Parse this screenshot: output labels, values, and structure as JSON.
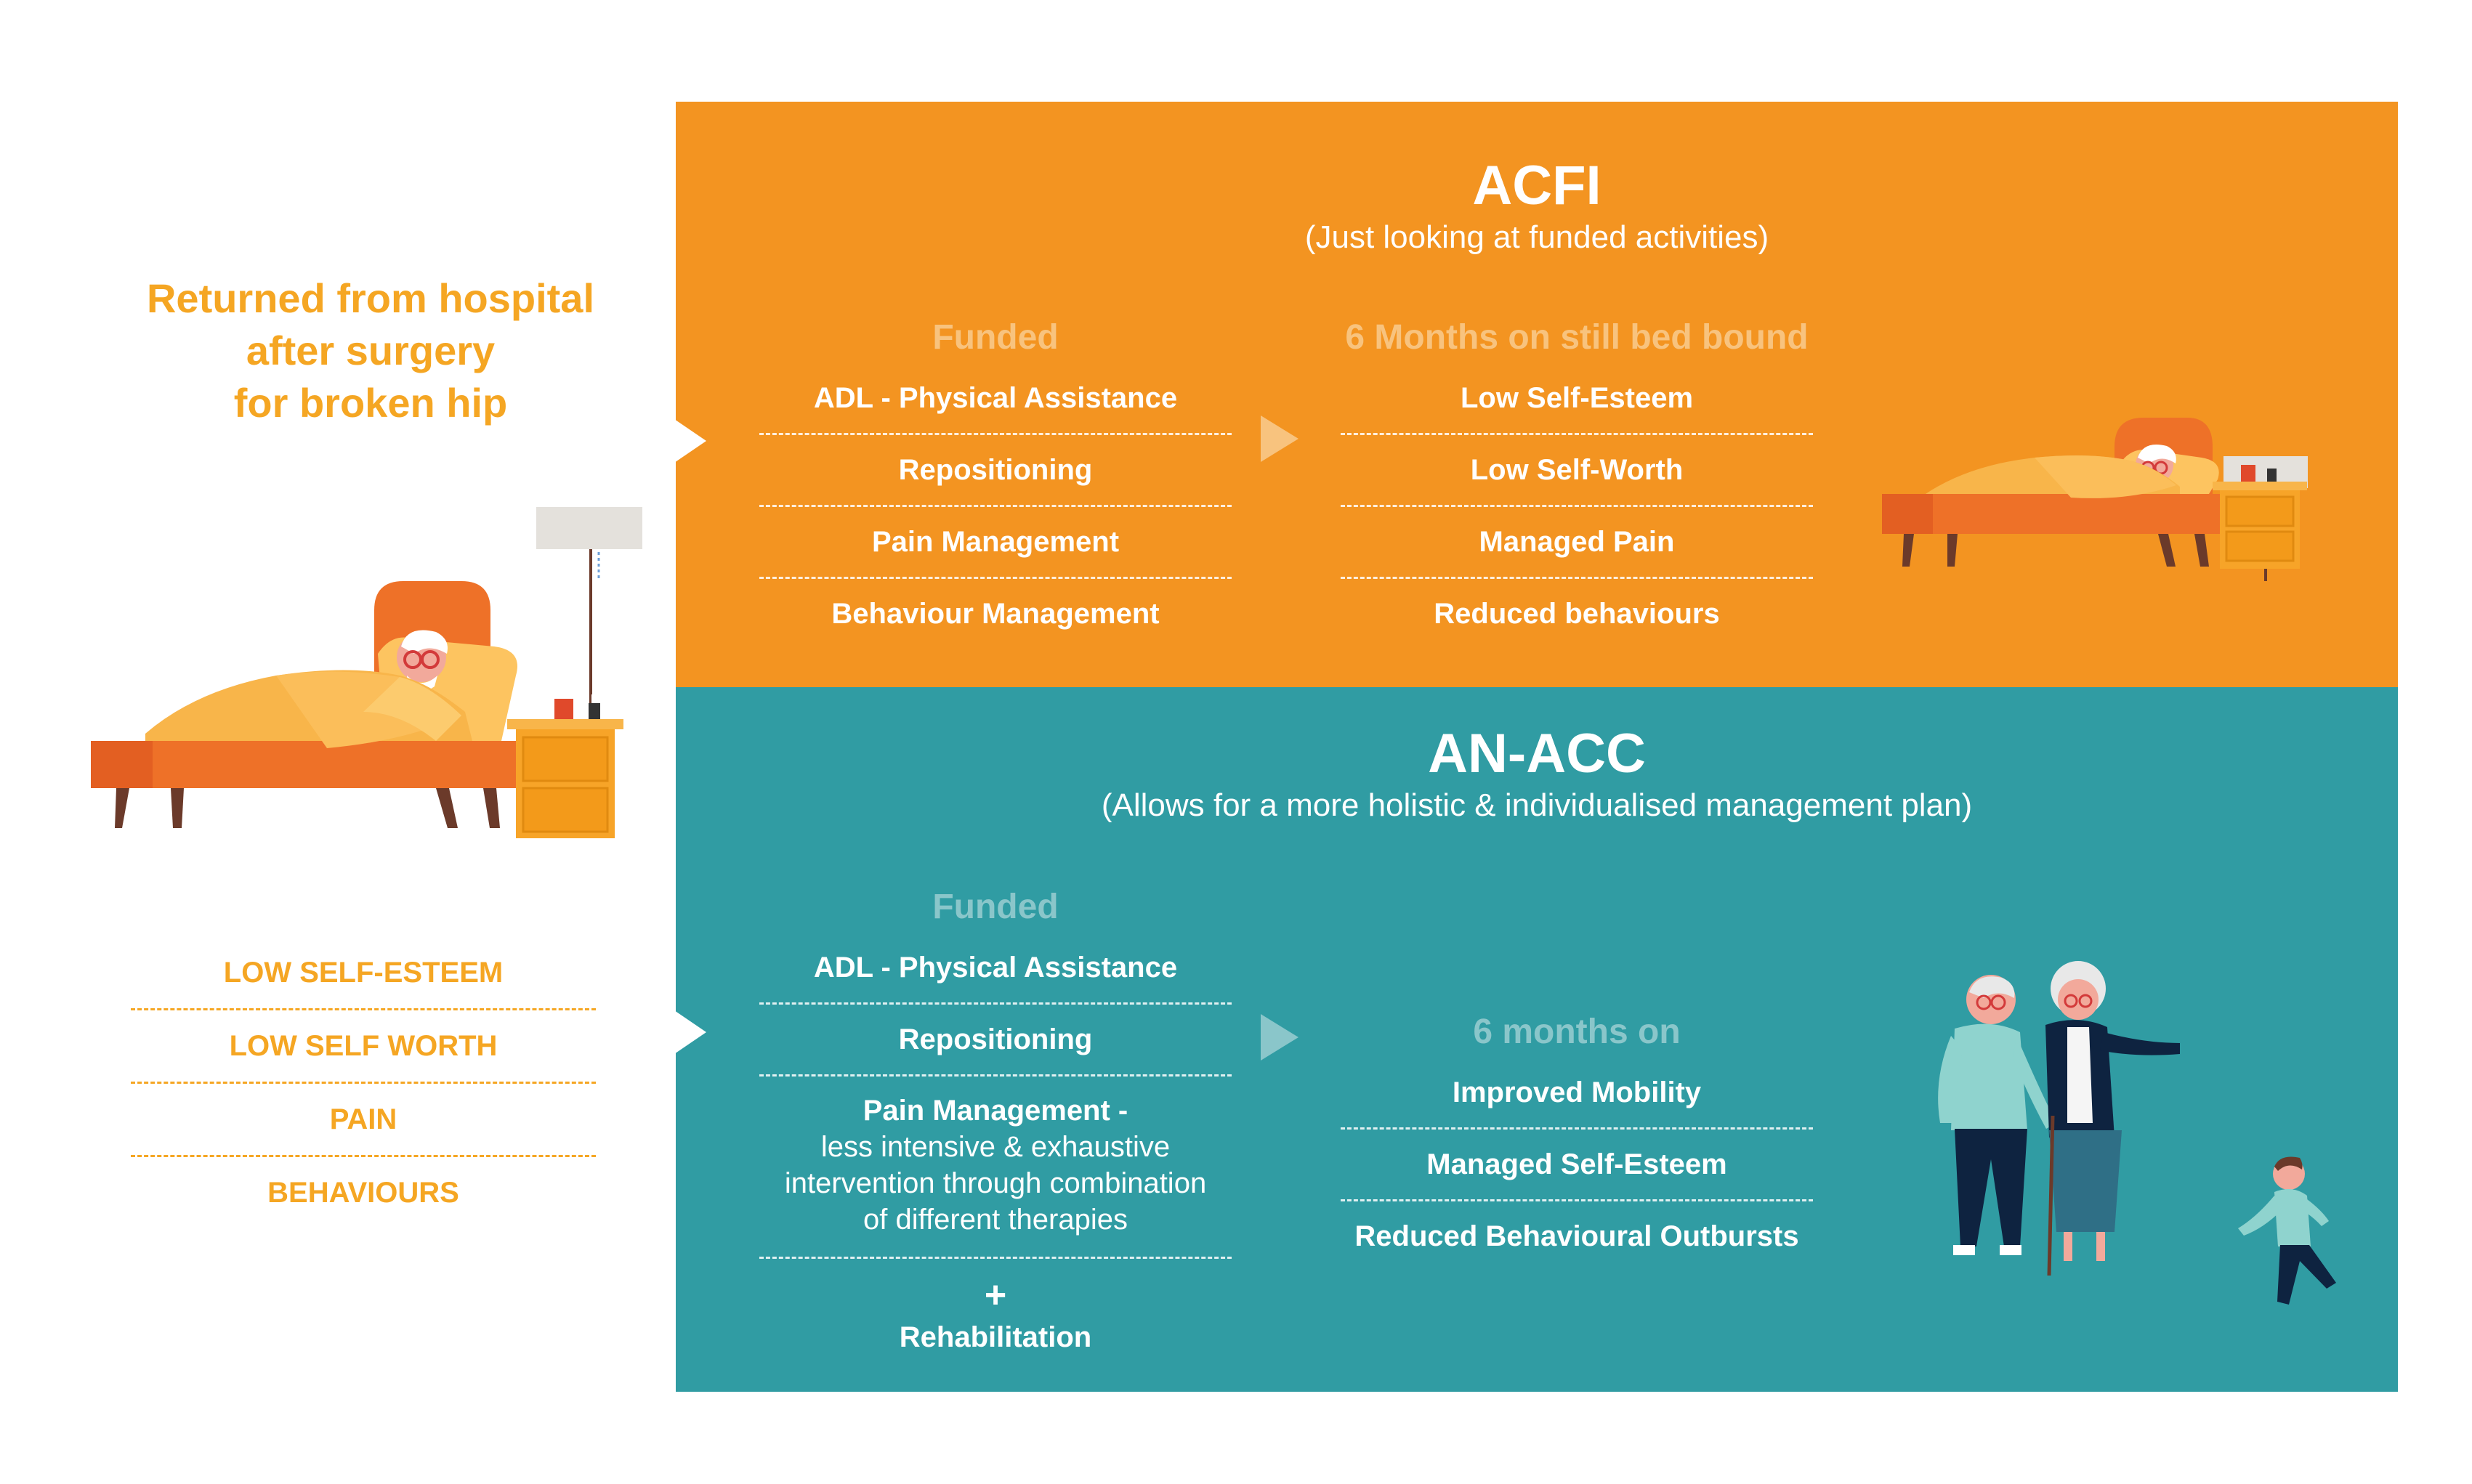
{
  "left": {
    "title_lines": [
      "Returned from hospital",
      "after surgery",
      "for broken hip"
    ],
    "list": [
      "LOW SELF-ESTEEM",
      "LOW SELF WORTH",
      "PAIN",
      "BEHAVIOURS"
    ]
  },
  "acfi": {
    "title": "ACFI",
    "subtitle": "(Just looking at funded activities)",
    "funded_heading": "Funded",
    "funded_items": [
      "ADL - Physical Assistance",
      "Repositioning",
      "Pain Management",
      "Behaviour Management"
    ],
    "outcome_heading": "6 Months on still bed bound",
    "outcome_items": [
      "Low Self-Esteem",
      "Low Self-Worth",
      "Managed Pain",
      "Reduced behaviours"
    ]
  },
  "anacc": {
    "title": "AN-ACC",
    "subtitle": "(Allows for a more holistic & individualised management plan)",
    "funded_heading": "Funded",
    "funded_items": [
      "ADL - Physical Assistance",
      "Repositioning"
    ],
    "pain_title": "Pain Management -",
    "pain_desc": [
      "less intensive & exhaustive",
      "intervention through combination",
      "of different therapies"
    ],
    "plus": "+",
    "rehab": "Rehabilitation",
    "outcome_heading": "6 months on",
    "outcome_items": [
      "Improved Mobility",
      "Managed Self-Esteem",
      "Reduced Behavioural Outbursts"
    ]
  },
  "colors": {
    "orange": "#F39421",
    "teal": "#309CA3",
    "accent_text": "#F5A623"
  }
}
